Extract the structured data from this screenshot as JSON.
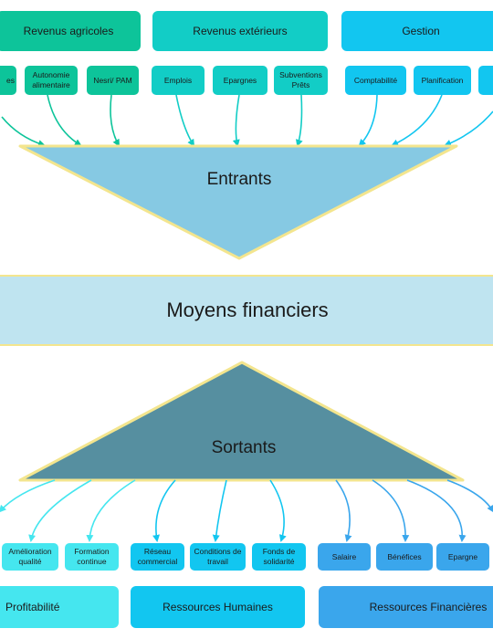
{
  "inputs": {
    "categories": [
      {
        "label": "Revenus agricoles"
      },
      {
        "label": "Revenus extérieurs"
      },
      {
        "label": "Gestion"
      }
    ],
    "items": [
      {
        "label": "es"
      },
      {
        "label": "Autonomie alimentaire"
      },
      {
        "label": "Nesri/ PAM"
      },
      {
        "label": "Emplois"
      },
      {
        "label": "Epargnes"
      },
      {
        "label": "Subventions Prêts"
      },
      {
        "label": "Comptabilité"
      },
      {
        "label": "Planification"
      }
    ]
  },
  "center": {
    "entrants": "Entrants",
    "moyens": "Moyens financiers",
    "sortants": "Sortants"
  },
  "outputs": {
    "items": [
      {
        "label": "Amélioration qualité"
      },
      {
        "label": "Formation continue"
      },
      {
        "label": "Réseau commercial"
      },
      {
        "label": "Conditions de travail"
      },
      {
        "label": "Fonds de solidarité"
      },
      {
        "label": "Salaire"
      },
      {
        "label": "Bénéfices"
      },
      {
        "label": "Epargne"
      }
    ],
    "categories": [
      {
        "label": "Profitabilité"
      },
      {
        "label": "Ressources Humaines"
      },
      {
        "label": "Ressources Financières"
      }
    ]
  },
  "colors": {
    "input_green": "#0dc49a",
    "input_teal": "#12cdc6",
    "input_sky": "#12c6f0",
    "entrants_triangle": "#86c9e3",
    "sortants_triangle": "#568fa0",
    "triangle_border": "#f3e58e",
    "band": "#bfe4f0"
  }
}
